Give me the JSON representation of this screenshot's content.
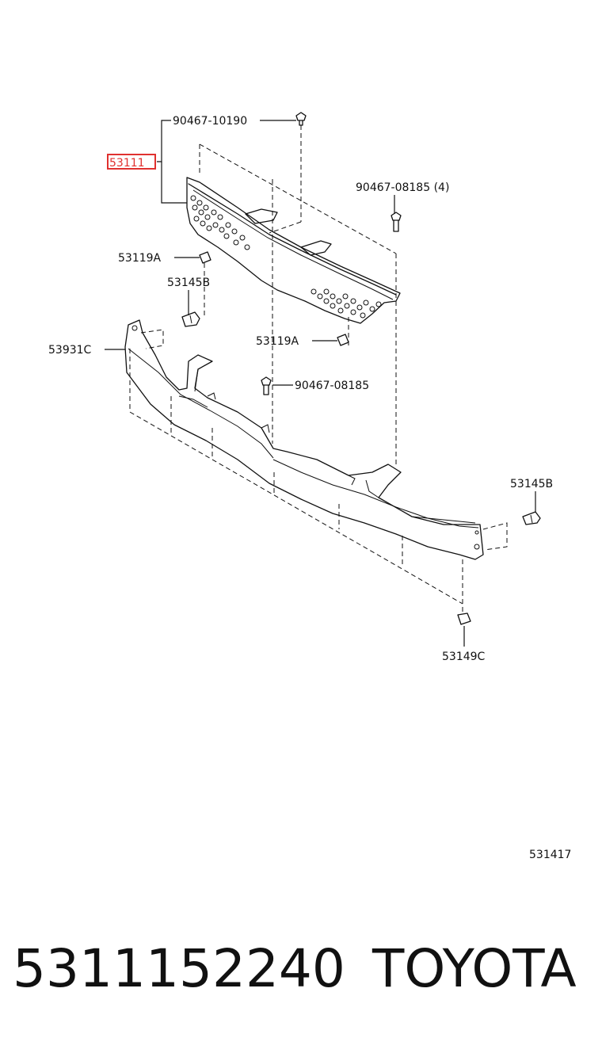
{
  "callouts": {
    "highlighted": "53111",
    "bolt_top": "90467-10190",
    "clip_right": "90467-08185 (4)",
    "retainer_upper": "53119A",
    "bracket_left": "53145B",
    "retainer_lower": "53119A",
    "spoiler": "53931C",
    "clip_center": "90467-08185",
    "bracket_right": "53145B",
    "pad": "53149C",
    "diagram_id": "531417"
  },
  "highlight_color": "#e0312f",
  "footer": {
    "part_number": "5311152240",
    "brand": "TOYOTA"
  }
}
